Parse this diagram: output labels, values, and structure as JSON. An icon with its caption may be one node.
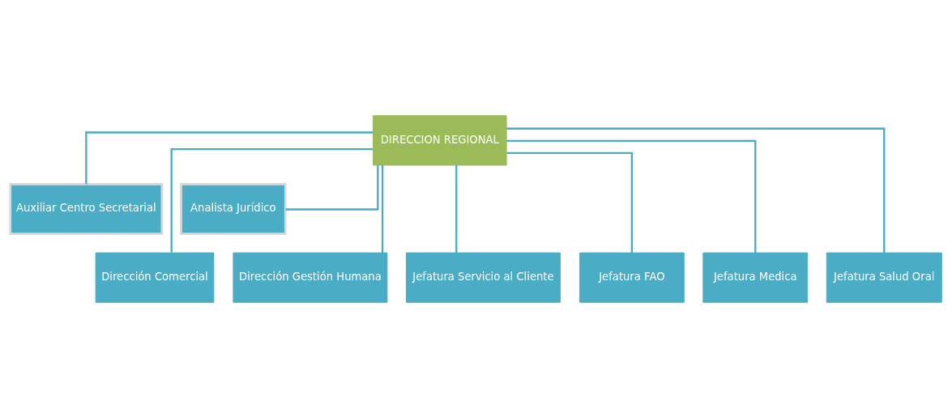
{
  "diagram": {
    "nodes": [
      {
        "text": [
          "DIRECCION REGIONAL"
        ]
      },
      {
        "text": [
          "Auxiliar Centro Secretarial"
        ]
      },
      {
        "text": [
          "Analista Jurídico"
        ]
      },
      {
        "text": [
          "Dirección Comercial"
        ]
      },
      {
        "text": [
          "Dirección Gestión Humana"
        ]
      },
      {
        "text": [
          "Jefatura Servicio al Cliente"
        ]
      },
      {
        "text": [
          "Jefatura FAO"
        ]
      },
      {
        "text": [
          "Jefatura Medica"
        ]
      },
      {
        "text": [
          "Jefatura Salud Oral"
        ]
      }
    ],
    "edges": [
      {
        "from": 0,
        "to": 1,
        "arrow": "none"
      },
      {
        "from": 0,
        "to": 2,
        "arrow": "none"
      },
      {
        "from": 0,
        "to": 3,
        "arrow": "none"
      },
      {
        "from": 0,
        "to": 4,
        "arrow": "none"
      },
      {
        "from": 0,
        "to": 5,
        "arrow": "none"
      },
      {
        "from": 0,
        "to": 6,
        "arrow": "none"
      },
      {
        "from": 0,
        "to": 7,
        "arrow": "none"
      },
      {
        "from": 0,
        "to": 8,
        "arrow": "none"
      }
    ]
  }
}
